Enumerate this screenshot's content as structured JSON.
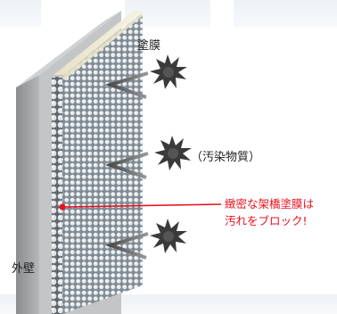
{
  "labels": {
    "coating": "塗膜",
    "pollutant": "（汚染物質）",
    "wall": "外壁",
    "callout_line1": "緻密な架橋塗膜は",
    "callout_line2": "汚れをブロック!"
  },
  "colors": {
    "callout_red": "#e8101c",
    "wall_gray": "#9a9c9e",
    "coating_cream": "#f1ecd7",
    "particle_dark": "#3a3a3a",
    "arrow_gray": "#6f6f6f"
  },
  "icons": [
    "spiky-particle-icon",
    "deflection-arrow-icon"
  ]
}
